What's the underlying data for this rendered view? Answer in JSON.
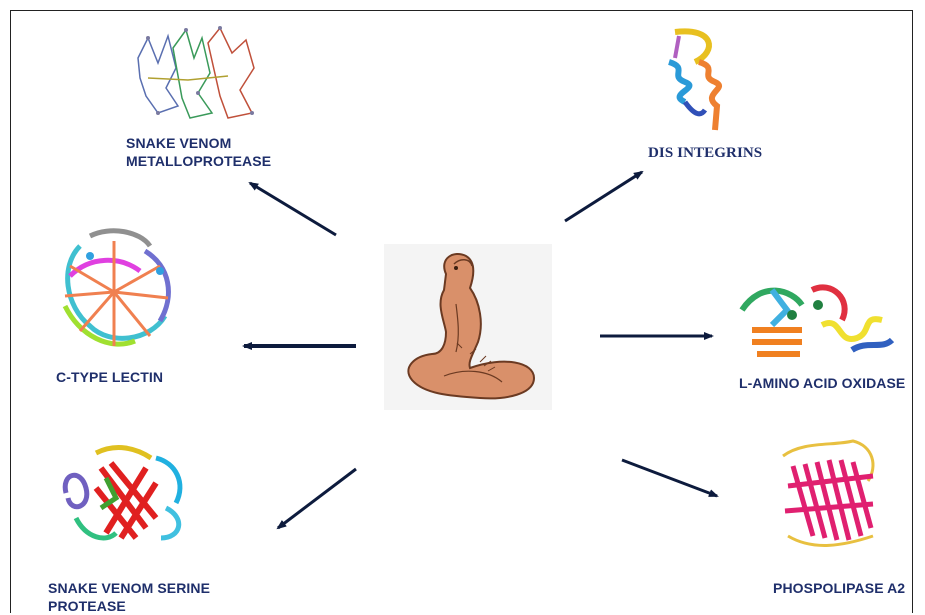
{
  "diagram": {
    "center_label": "",
    "nodes": [
      {
        "id": "svmp",
        "lines": [
          "SNAKE VENOM",
          "METALLOPROTEASE"
        ],
        "icon": "metalloprotease-structure-icon"
      },
      {
        "id": "disintegrins",
        "lines": [
          "DIS INTEGRINS"
        ],
        "icon": "disintegrin-structure-icon"
      },
      {
        "id": "ctl",
        "lines": [
          "C-TYPE LECTIN"
        ],
        "icon": "c-type-lectin-structure-icon"
      },
      {
        "id": "laao",
        "lines": [
          "L-AMINO ACID OXIDASE"
        ],
        "icon": "laao-structure-icon"
      },
      {
        "id": "svsp",
        "lines": [
          "SNAKE VENOM SERINE",
          "PROTEASE"
        ],
        "icon": "serine-protease-structure-icon"
      },
      {
        "id": "pla2",
        "lines": [
          "PHOSPOLIPASE A2"
        ],
        "icon": "phospholipase-structure-icon"
      }
    ],
    "colors": {
      "label": "#1f2f6b",
      "arrow": "#0d1b3d",
      "snake": "#d9906a",
      "snake_outline": "#6b3a22"
    }
  }
}
